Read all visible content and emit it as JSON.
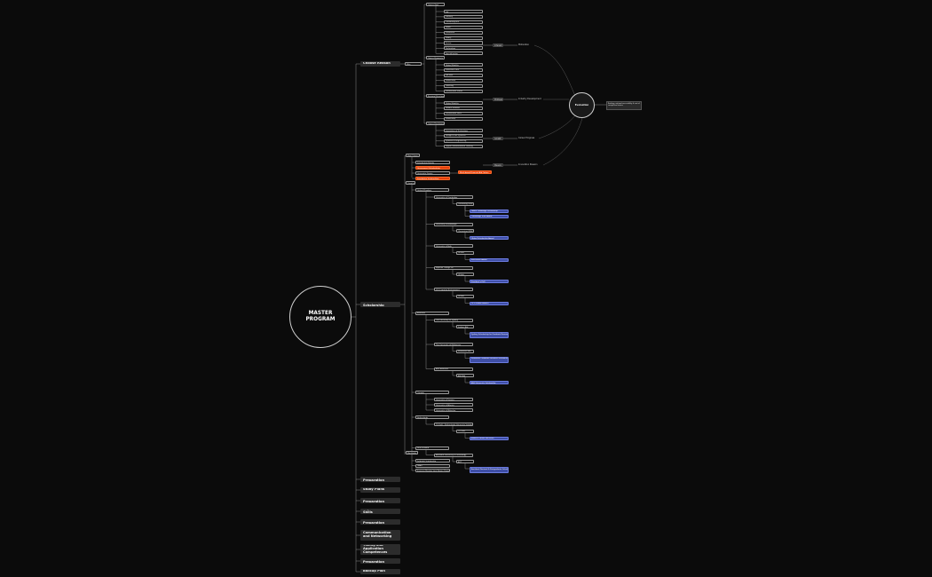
{
  "root": {
    "label_line1": "MASTER",
    "label_line2": "PROGRAM"
  },
  "hub": {
    "label": "Evaluation"
  },
  "hub_note": "Ranking, national accessibility & cost of completion factors",
  "categories": [
    "Choose Reason",
    "Research Scholarship",
    "Academic Preparation",
    "Study Plans",
    "Document Preparation",
    "Experience and Skills",
    "Financial Preparation",
    "Communication and Networking",
    "Timing and Application Competences",
    "Interview Preparation",
    "Backup Plan"
  ],
  "choose_reason": {
    "why_label": "Why",
    "groups": [
      {
        "label": "Career Goal",
        "items": [
          "Job",
          "Industry",
          "Consulting role",
          "Goals",
          "Promotion",
          "Salary",
          "Sector",
          "Technology",
          "Specialization"
        ]
      },
      {
        "label": "Career Prospects",
        "items": [
          "Global Mobility",
          "Placement rate",
          "Job offer",
          "Leadership",
          "Teaching",
          "Professional Status"
        ]
      },
      {
        "label": "Personal Development",
        "items": [
          "Global Mobility",
          "Growth mindset",
          "Professional Skills",
          "Leadership"
        ]
      },
      {
        "label": "Career Development",
        "items": [
          "Innovation of Technology",
          "Design of the Systems",
          "Systems & Engineering",
          "Digital Transformation Training"
        ]
      }
    ],
    "side_pairs": [
      {
        "left": "Interest",
        "right": "Motivation"
      },
      {
        "left": "Profession",
        "right": "Industry Development"
      },
      {
        "left": "Growth",
        "right": "Career Progress"
      },
      {
        "left": "Passion",
        "right": "Innovation Passion"
      }
    ]
  },
  "research": {
    "main_library": {
      "label": "Main Library",
      "items": [
        {
          "text": "Scholarship Portals",
          "hot": false
        },
        {
          "text": "Government Scholarships",
          "hot": true
        },
        {
          "text": "University Grants",
          "hot": false
        },
        {
          "text": "Foundation Scholarships",
          "hot": true
        }
      ],
      "highlight": "Merit-based Financial Aid Option"
    },
    "country_label": "Country",
    "countries": [
      {
        "label": "United Kingdom",
        "unis": [
          {
            "name": "University of Cambridge",
            "level": "Chevening UKSP",
            "schols": [
              "Gates Cambridge Scholarship",
              "Cambridge Trust Award"
            ]
          },
          {
            "name": "University of Edinburgh",
            "level": "Chevening UKSP",
            "schols": [
              "Global Scholarship Award"
            ]
          },
          {
            "name": "University of Bath",
            "level": "UK Aid",
            "schols": [
              "Excellence Award"
            ]
          },
          {
            "name": "Imperial College UK",
            "level": "UK Aid",
            "schols": [
              "President's PhD"
            ]
          },
          {
            "name": "UCL Learning Environment",
            "level": "UK Aid",
            "schols": [
              "UCL Global Masters"
            ]
          }
        ]
      },
      {
        "label": "Australia",
        "unis": [
          {
            "name": "The University of Sydney",
            "level": "Sydney Aid",
            "schols": [
              "Sydney Scholarship for Graduate Research Training"
            ]
          },
          {
            "name": "The University of Melbourne",
            "level": "Melbourne Aid",
            "schols": [
              "Melbourne Graduate Research Scholarship Program"
            ]
          },
          {
            "name": "ANU Australia",
            "level": "ANU Aid",
            "schols": [
              "ANU University Scholarship"
            ]
          }
        ]
      },
      {
        "label": "Canada",
        "items": [
          "University of Toronto",
          "University of Alberta",
          "University of Waterloo"
        ]
      },
      {
        "label": "Netherlands",
        "unis": [
          {
            "name": "TU Delft - Netherlands University Scholarship",
            "level": "TU Delft",
            "schols": [
              "Justus & Louise Van Effen"
            ]
          }
        ]
      },
      {
        "label": "New Zealand",
        "unis": [
          {
            "name": "Auckland University of Technology",
            "level": "AUT",
            "schols": [
              "Auckland Doctoral & Postgraduate Scholarship"
            ]
          }
        ]
      }
    ],
    "worldwide": {
      "label": "Worldwide",
      "items": [
        "Fulbright Scholarship",
        "DAAD",
        "Erasmus Mundus Joint Master Degree"
      ]
    }
  },
  "colors": {
    "accent_orange": "#e3420f",
    "accent_blue": "#3f4fa6",
    "background": "#0b0b0b"
  }
}
